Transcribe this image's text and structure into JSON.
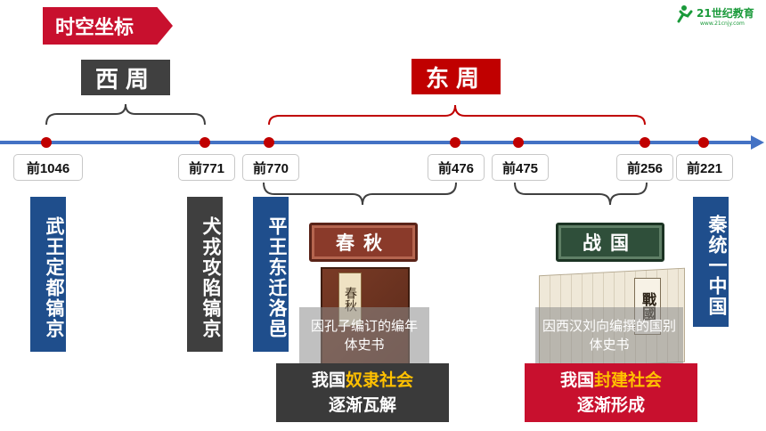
{
  "header": {
    "title": "时空坐标",
    "logo_text": "21世纪教育",
    "logo_sub": "www.21cnjy.com"
  },
  "dynasties": {
    "xizhou": "西周",
    "dongzhou": "东周"
  },
  "dates": {
    "d1046": "前1046",
    "d771": "前771",
    "d770": "前770",
    "d476": "前476",
    "d475": "前475",
    "d256": "前256",
    "d221": "前221"
  },
  "events": {
    "e1046": "武王定都镐京",
    "e771": "犬戎攻陷镐京",
    "e770": "平王东迁洛邑",
    "e221": "秦统一中国"
  },
  "periods": {
    "chunqiu": {
      "label": "春秋",
      "book_label": "春秋",
      "caption": "因孔子编订的编年体史书",
      "result_line1_prefix": "我国",
      "result_line1_highlight": "奴隶社会",
      "result_line2": "逐渐瓦解"
    },
    "zhanguo": {
      "label": "战国",
      "book_label": "戰國",
      "caption": "因西汉刘向编撰的国别体史书",
      "result_line1_prefix": "我国",
      "result_line1_highlight": "封建社会",
      "result_line2": "逐渐形成"
    }
  },
  "colors": {
    "accent_red": "#c8102e",
    "timeline_blue": "#4472c4",
    "highlight_yellow": "#ffc000"
  }
}
